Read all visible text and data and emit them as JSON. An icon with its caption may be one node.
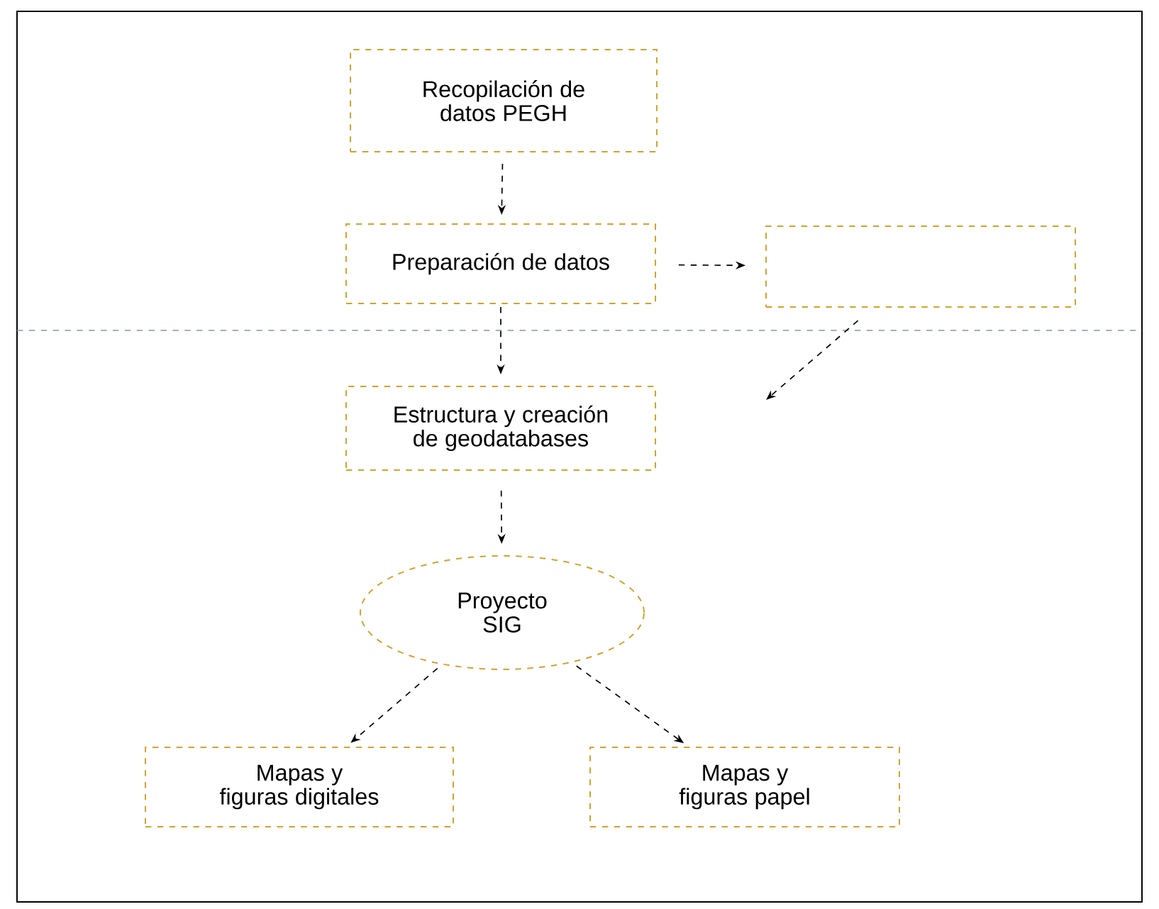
{
  "diagram": {
    "nodes": [
      {
        "text": [
          "Recopilación de datos PEGH"
        ]
      },
      {
        "text": [
          "Preparación de datos"
        ]
      },
      {
        "text": [],
        "shape": "box"
      },
      {
        "text": [
          "Estructura y creación de geodatabases"
        ]
      },
      {
        "text": [
          "Proyecto SIG"
        ]
      },
      {
        "text": [
          "Mapas y figuras digitales"
        ]
      },
      {
        "text": [
          "Mapas y figuras papel"
        ]
      }
    ],
    "edges": [
      {
        "from": 0,
        "to": 1,
        "arrow": "to"
      },
      {
        "from": 1,
        "to": 2,
        "arrow": "to"
      },
      {
        "from": 1,
        "to": 3,
        "arrow": "to"
      },
      {
        "from": 2,
        "to": null,
        "arrow": "to"
      },
      {
        "from": 3,
        "to": 4,
        "arrow": "to"
      },
      {
        "from": 4,
        "to": 5,
        "arrow": "to"
      },
      {
        "from": 4,
        "to": 6,
        "arrow": "to"
      }
    ]
  }
}
